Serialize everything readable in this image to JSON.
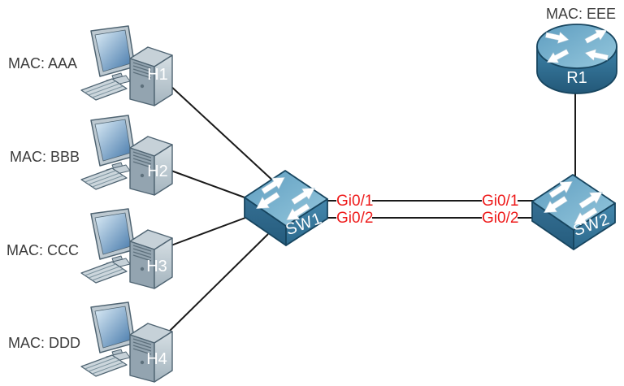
{
  "hosts": [
    {
      "name": "H1",
      "mac_label": "MAC: AAA"
    },
    {
      "name": "H2",
      "mac_label": "MAC: BBB"
    },
    {
      "name": "H3",
      "mac_label": "MAC: CCC"
    },
    {
      "name": "H4",
      "mac_label": "MAC: DDD"
    }
  ],
  "switches": [
    {
      "name": "SW1"
    },
    {
      "name": "SW2"
    }
  ],
  "router": {
    "name": "R1",
    "mac_label": "MAC: EEE"
  },
  "trunk_links": [
    {
      "sw1_port": "Gi0/1",
      "sw2_port": "Gi0/1"
    },
    {
      "sw1_port": "Gi0/2",
      "sw2_port": "Gi0/2"
    }
  ],
  "colors": {
    "port_label": "#ee1b1b",
    "mac_label": "#3c3c3c",
    "link_line": "#1a1a1a",
    "device_blue": "#4a8cb2",
    "background": "#ffffff"
  }
}
